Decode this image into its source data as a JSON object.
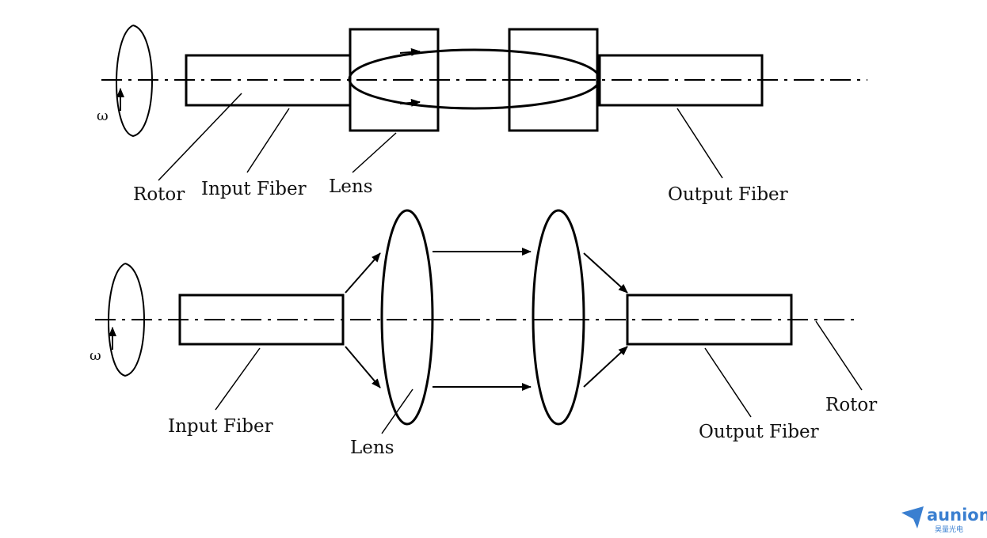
{
  "top_diagram": {
    "omega": "ω",
    "labels": {
      "rotor": "Rotor",
      "input_fiber": "Input Fiber",
      "lens": "Lens",
      "output_fiber": "Output Fiber"
    }
  },
  "bottom_diagram": {
    "omega": "ω",
    "labels": {
      "input_fiber": "Input Fiber",
      "lens": "Lens",
      "output_fiber": "Output Fiber",
      "rotor": "Rotor"
    }
  },
  "logo": {
    "name": "aunion",
    "subtitle": "昊量光电",
    "color": "#3a7fd0"
  }
}
